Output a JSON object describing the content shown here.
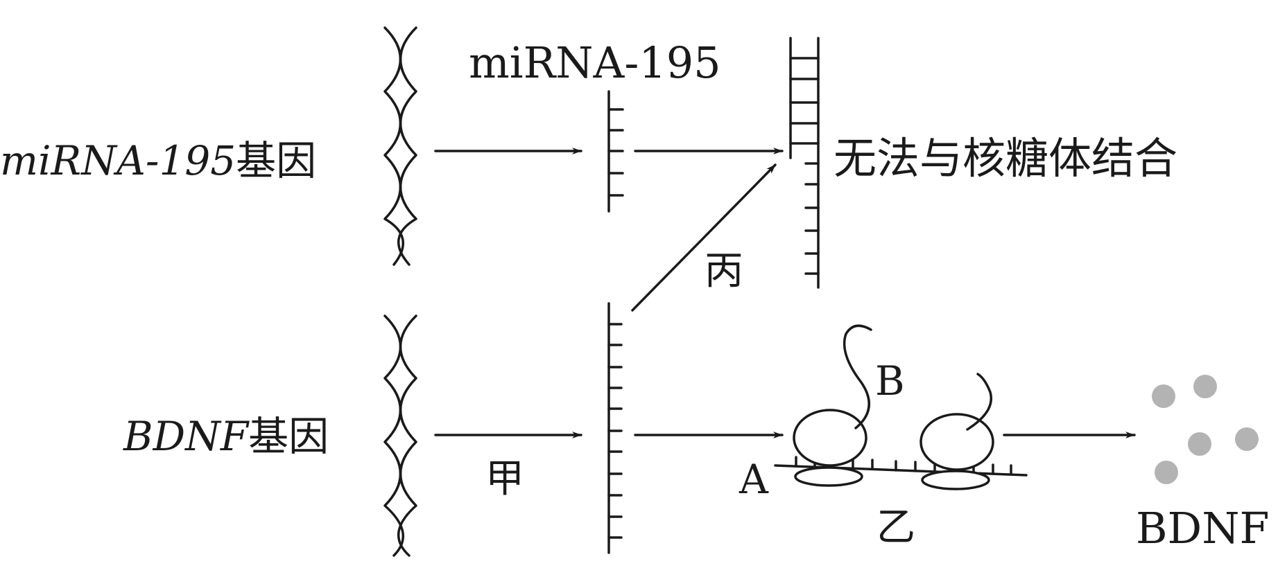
{
  "labels": {
    "mirna_gene": "miRNA-195",
    "mirna_gene_suffix": "基因",
    "mirna_product": "miRNA-195",
    "bdnf_gene": "BDNF",
    "bdnf_gene_suffix": "基因",
    "cannot_bind": "无法与核糖体结合",
    "step_jia": "甲",
    "step_yi": "乙",
    "step_bing": "丙",
    "label_a": "A",
    "label_b": "B",
    "bdnf_product": "BDNF"
  },
  "colors": {
    "ink": "#1a1a1a",
    "protein_dot": "#b3b3b3"
  }
}
